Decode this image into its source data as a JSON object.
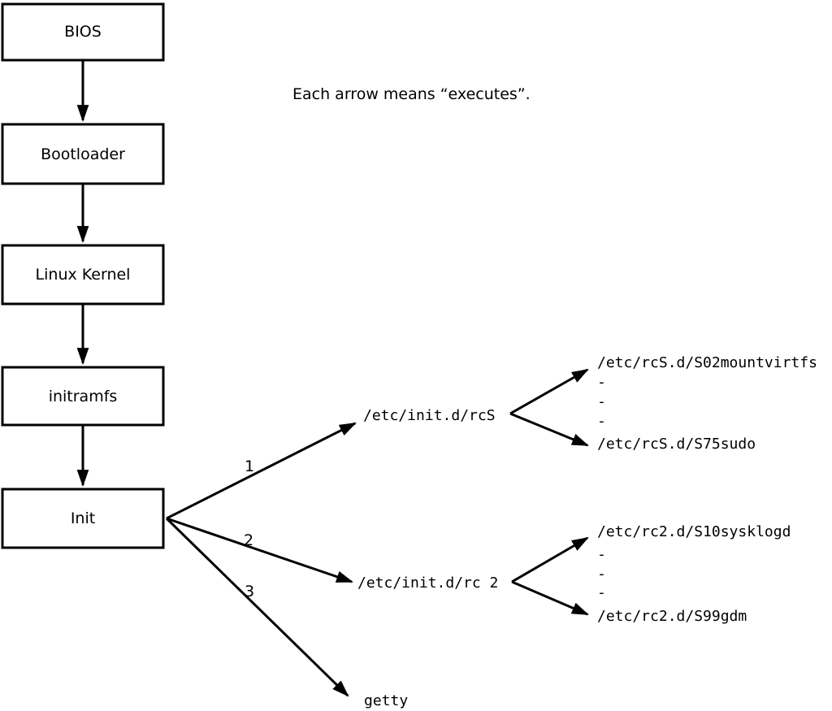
{
  "note": "Each arrow means “executes”.",
  "colors": {
    "line": "#000000",
    "background": "#ffffff",
    "box_fill": "#ffffff",
    "text": "#000000"
  },
  "boot_chain": [
    {
      "label": "BIOS"
    },
    {
      "label": "Bootloader"
    },
    {
      "label": "Linux Kernel"
    },
    {
      "label": "initramfs"
    },
    {
      "label": "Init"
    }
  ],
  "init_branches": [
    {
      "number": "1",
      "target": "/etc/init.d/rcS"
    },
    {
      "number": "2",
      "target": "/etc/init.d/rc 2"
    },
    {
      "number": "3",
      "target": "getty"
    }
  ],
  "rcS_scripts": [
    "/etc/rcS.d/S02mountvirtfs",
    "-",
    "-",
    "-",
    "/etc/rcS.d/S75sudo"
  ],
  "rc2_scripts": [
    "/etc/rc2.d/S10sysklogd",
    "-",
    "-",
    "-",
    "/etc/rc2.d/S99gdm"
  ]
}
